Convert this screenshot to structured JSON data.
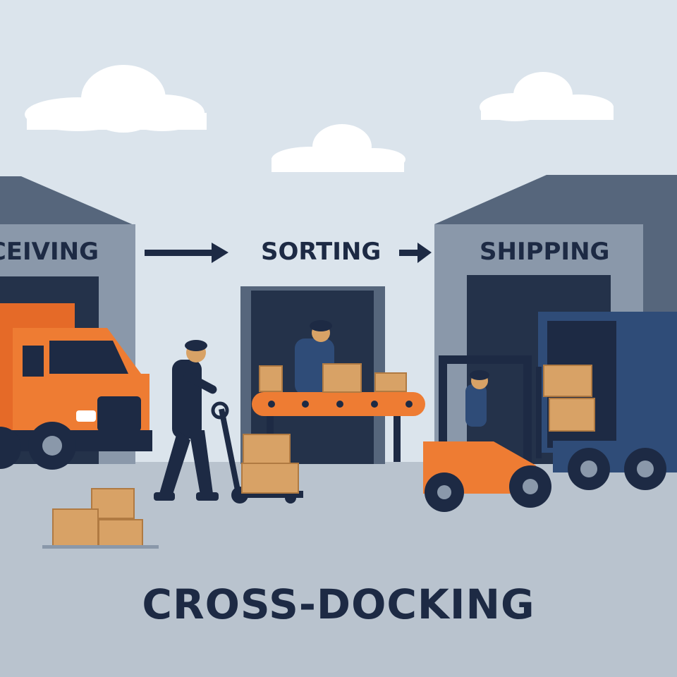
{
  "stages": [
    {
      "id": "receiving",
      "label": "CEIVING"
    },
    {
      "id": "sorting",
      "label": "SORTING"
    },
    {
      "id": "shipping",
      "label": "SHIPPING"
    }
  ],
  "title": "CROSS-DOCKING",
  "colors": {
    "sky": "#dbe4ec",
    "ground": "#b9c3ce",
    "building_gray": "#8a98aa",
    "building_roof": "#56667c",
    "door_dark": "#24324a",
    "navy": "#1d2a44",
    "truck_orange": "#ee7c33",
    "truck_blue": "#2f4c78",
    "box": "#d8a266",
    "cloud": "#ffffff"
  }
}
